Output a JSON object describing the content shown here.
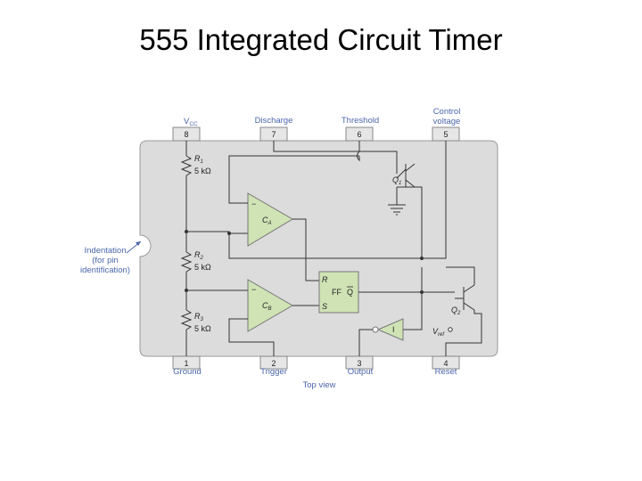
{
  "title": "555 Integrated Circuit Timer",
  "pins": {
    "p8": {
      "num": "8",
      "label": "V",
      "sub": "CC"
    },
    "p7": {
      "num": "7",
      "label": "Discharge"
    },
    "p6": {
      "num": "6",
      "label": "Threshold"
    },
    "p5": {
      "num": "5",
      "label_line1": "Control",
      "label_line2": "voltage"
    },
    "p1": {
      "num": "1",
      "label": "Ground"
    },
    "p2": {
      "num": "2",
      "label": "Trigger"
    },
    "p3": {
      "num": "3",
      "label": "Output"
    },
    "p4": {
      "num": "4",
      "label": "Reset"
    }
  },
  "resistors": {
    "r1": {
      "name": "R",
      "sub": "1",
      "value": "5 kΩ"
    },
    "r2": {
      "name": "R",
      "sub": "2",
      "value": "5 kΩ"
    },
    "r3": {
      "name": "R",
      "sub": "3",
      "value": "5 kΩ"
    }
  },
  "comparators": {
    "ca": {
      "name": "C",
      "sub": "A",
      "minus": "−"
    },
    "cb": {
      "name": "C",
      "sub": "B",
      "minus": "−"
    }
  },
  "flipflop": {
    "r": "R",
    "s": "S",
    "ff": "FF",
    "qbar": "Q"
  },
  "transistors": {
    "q1": {
      "name": "Q",
      "sub": "1"
    },
    "q2": {
      "name": "Q",
      "sub": "2"
    }
  },
  "vref": {
    "name": "V",
    "sub": "ref"
  },
  "inverter_label": "I",
  "indentation": {
    "line1": "Indentation",
    "line2": "(for pin",
    "line3": "identification)"
  },
  "view_label": "Top view",
  "colors": {
    "chip": "#dcdcdc",
    "pin": "#e6e6e6",
    "triangle": "#cfe3b5",
    "label_blue": "#4a66ab"
  }
}
